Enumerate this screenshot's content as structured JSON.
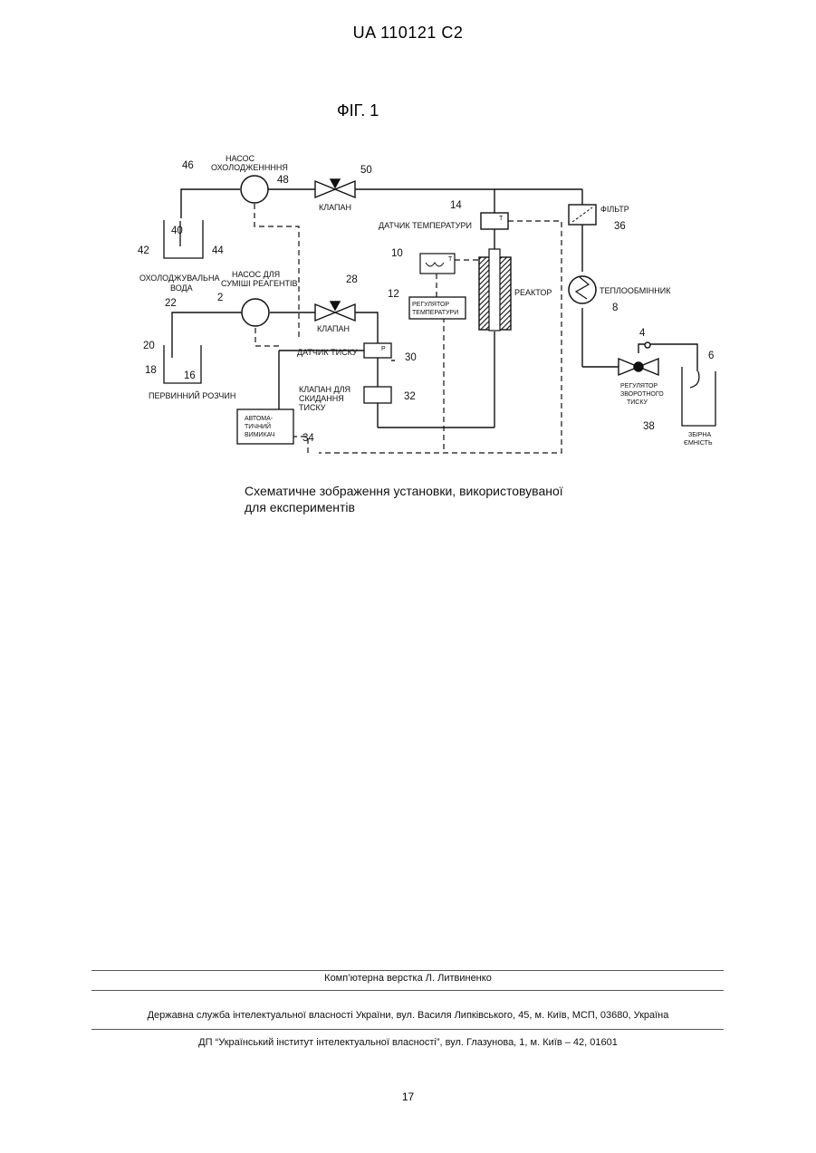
{
  "header": {
    "doc_id": "UA   110121   C2"
  },
  "figure": {
    "title": "ФІГ. 1",
    "labels": {
      "pump_cool": [
        "НАСОС",
        "ОХОЛОДЖЕННННЯ"
      ],
      "valve_50": "КЛАПАН",
      "temp_sensor": "ДАТЧИК ТЕМПЕРАТУРИ",
      "filter": "ФІЛЬТР",
      "cool_water": [
        "ОХОЛОДЖУВАЛЬНА",
        "ВОДА"
      ],
      "pump_mix": [
        "НАСОС ДЛЯ",
        "СУМІШІ РЕАГЕНТІВ"
      ],
      "valve_28": "КЛАПАН",
      "temp_reg": [
        "РЕГУЛЯТОР",
        "ТЕМПЕРАТУРИ"
      ],
      "reactor": "РЕАКТОР",
      "heat_exch": "ТЕПЛООБМІННИК",
      "pressure_sensor": "ДАТЧИК ТИСКУ",
      "relief_valve": [
        "КЛАПАН ДЛЯ",
        "СКИДАННЯ",
        "ТИСКУ"
      ],
      "primary_sol": "ПЕРВИННИЙ РОЗЧИН",
      "auto_switch": [
        "АВТОМА-",
        "ТИЧНИЙ",
        "ВИМИКАЧ"
      ],
      "back_reg": [
        "РЕГУЛЯТОР",
        "ЗВОРОТНОГО",
        "ТИСКУ"
      ],
      "collect": [
        "ЗБІРНА",
        "ЄМНІСТЬ"
      ],
      "sym_t": "T",
      "sym_p": "P"
    },
    "numbers": {
      "n46": "46",
      "n48": "48",
      "n50": "50",
      "n14": "14",
      "n36": "36",
      "n40": "40",
      "n42": "42",
      "n44": "44",
      "n10": "10",
      "n28": "28",
      "n2": "2",
      "n22": "22",
      "n12": "12",
      "n8": "8",
      "n4": "4",
      "n6": "6",
      "n20": "20",
      "n30": "30",
      "n18": "18",
      "n16": "16",
      "n32": "32",
      "n38": "38",
      "n34": "34"
    }
  },
  "caption": [
    "Схематичне зображення  установки, використовуваної",
    "для експериментів"
  ],
  "footer": {
    "layout": "Комп’ютерна верстка Л. Литвиненко",
    "agency": "Державна служба інтелектуальної власності України, вул. Василя Липківського, 45, м. Київ, МСП, 03680, Україна",
    "institute": "ДП “Український інститут інтелектуальної власності”, вул. Глазунова, 1, м. Київ – 42, 01601"
  },
  "page_number": "17"
}
